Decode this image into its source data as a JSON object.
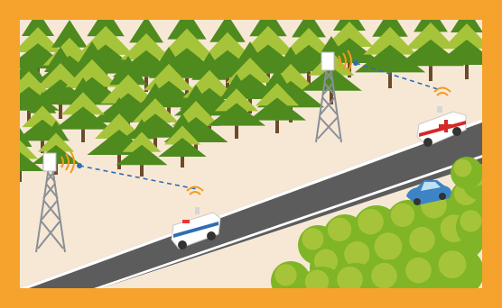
{
  "scene": {
    "colors": {
      "frame": "#f5a32c",
      "ground": "#f7e8d6",
      "road": "#5c5c5c",
      "road_edge": "#ffffff",
      "tree_dark": "#4f8a1e",
      "tree_light": "#a6c43a",
      "shrub": "#7fb526",
      "tower": "#8a8f96",
      "link": "#2f6db5",
      "signal": "#f29a1a",
      "car": "#3d84c6"
    },
    "elements": [
      {
        "name": "tower-left",
        "kind": "radio-tower"
      },
      {
        "name": "tower-right",
        "kind": "radio-tower"
      },
      {
        "name": "van-left",
        "kind": "mobile-broadcast-van"
      },
      {
        "name": "ambulance-right",
        "kind": "ambulance"
      },
      {
        "name": "car-blue",
        "kind": "car"
      },
      {
        "name": "wireless-link-left",
        "kind": "dashed-link"
      },
      {
        "name": "wireless-link-right",
        "kind": "dashed-link"
      }
    ]
  }
}
